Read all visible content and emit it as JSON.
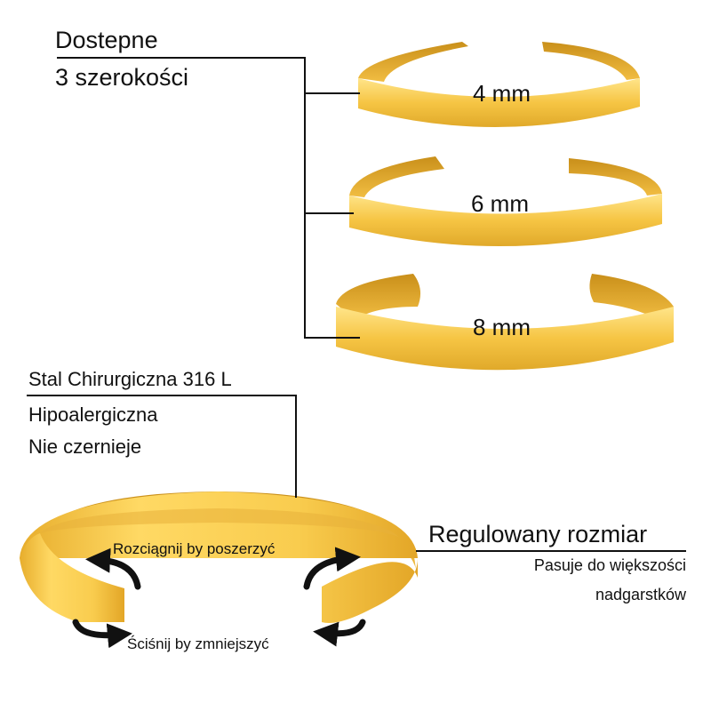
{
  "widths": {
    "heading_line1": "Dostepne",
    "heading_line2": "3 szerokości",
    "options": [
      "4 mm",
      "6 mm",
      "8 mm"
    ]
  },
  "material": {
    "line1": "Stal Chirurgiczna 316 L",
    "line2": "Hipoalergiczna",
    "line3": "Nie czernieje"
  },
  "adjustable": {
    "title": "Regulowany rozmiar",
    "line2": "Pasuje do większości",
    "line3": "nadgarstków"
  },
  "instructions": {
    "stretch": "Rozciągnij by poszerzyć",
    "squeeze": "Ściśnij by zmniejszyć"
  },
  "colors": {
    "gold_light": "#ffe27a",
    "gold_mid": "#f6c544",
    "gold_dark": "#d9a21f",
    "line": "#111111"
  }
}
